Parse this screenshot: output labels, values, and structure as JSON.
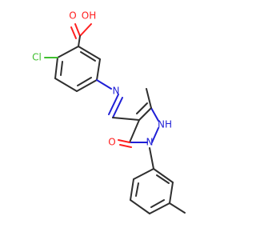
{
  "colors": {
    "bond": "#2f2f2f",
    "oxygen": "#ff1f1f",
    "nitrogen": "#1f1fd6",
    "chlorine": "#3fbf2f"
  },
  "labels": {
    "acid_oh": "OH",
    "acid_o": "O",
    "chlorine": "Cl",
    "imine_n": "N",
    "pyrazole_nh": "NH",
    "ring_n": "N",
    "ketone_o": "O"
  }
}
